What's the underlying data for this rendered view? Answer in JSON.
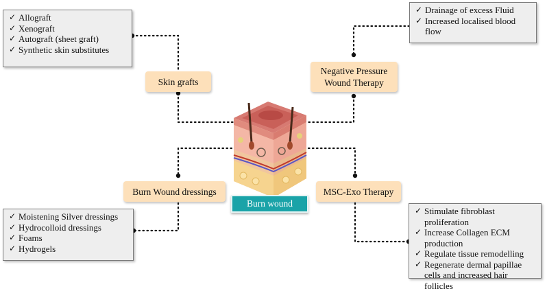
{
  "center": {
    "label": "Burn wound"
  },
  "therapies": {
    "skin_grafts": {
      "label": "Skin grafts",
      "items": [
        "Allograft",
        "Xenograft",
        "Autograft (sheet graft)",
        "Synthetic skin substitutes"
      ]
    },
    "npwt": {
      "label_line1": "Negative Pressure",
      "label_line2": "Wound Therapy",
      "items": [
        "Drainage of excess Fluid",
        "Increased localised blood flow"
      ]
    },
    "dressings": {
      "label": "Burn Wound dressings",
      "items": [
        "Moistening Silver dressings",
        "Hydrocolloid dressings",
        "Foams",
        "Hydrogels"
      ]
    },
    "msc_exo": {
      "label": "MSC-Exo Therapy",
      "items": [
        "Stimulate fibroblast proliferation",
        "Increase Collagen ECM production",
        "Regulate tissue remodelling",
        "Regenerate dermal papillae cells and increased hair follicles"
      ]
    }
  },
  "tick_symbol": "✓",
  "colors": {
    "label_fill": "#fde0ba",
    "center_fill": "#1aa3a8",
    "box_fill": "#eeeeee"
  }
}
